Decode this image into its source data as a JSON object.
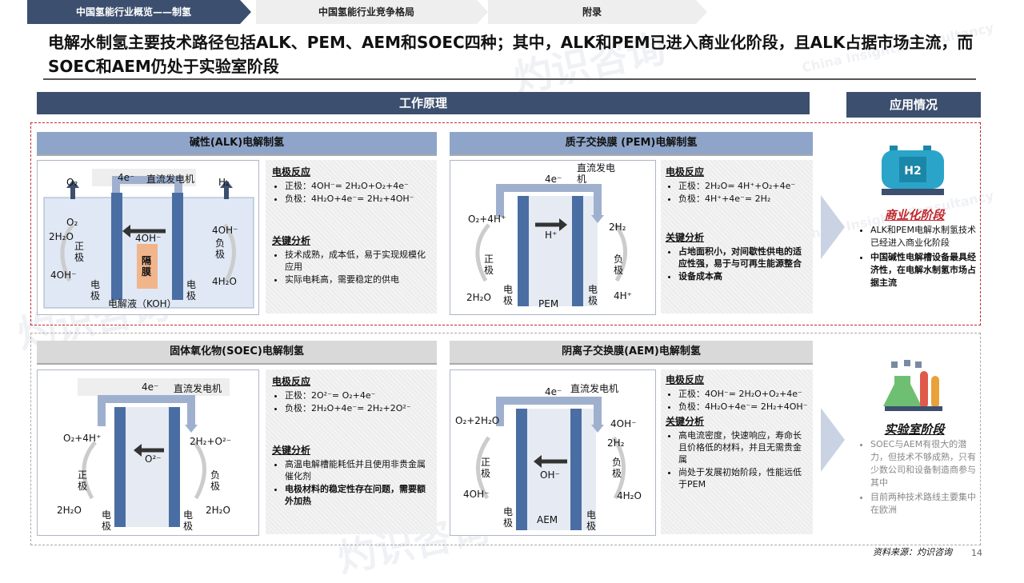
{
  "tabs": [
    "中国氢能行业概览——制氢",
    "中国氢能行业竞争格局",
    "附录"
  ],
  "title": "电解水制氢主要技术路径包括ALK、PEM、AEM和SOEC四种；其中，ALK和PEM已进入商业化阶段，且ALK占据市场主流，而SOEC和AEM仍处于实验室阶段",
  "headers": {
    "principle": "工作原理",
    "application": "应用情况"
  },
  "sections": {
    "alk": "碱性(ALK)电解制氢",
    "pem": "质子交换膜 (PEM)电解制氢",
    "soec": "固体氧化物(SOEC)电解制氢",
    "aem": "阴离子交换膜(AEM)电解制氢"
  },
  "notes_heads": {
    "reaction": "电极反应",
    "analysis": "关键分析"
  },
  "alk": {
    "reactions": [
      "正极：4OH⁻= 2H₂O+O₂+4e⁻",
      "负极：4H₂O+4e⁻= 2H₂+4OH⁻"
    ],
    "analysis": [
      "技术成熟，成本低，易于实现规模化应用",
      "实际电耗高，需要稳定的供电"
    ],
    "diagram": {
      "e": "4e⁻",
      "power": "直流发电机",
      "o2": "O₂",
      "h2": "H₂",
      "left_top": "O₂",
      "left_mid": "2H₂O",
      "left_bot": "4OH⁻",
      "center": "4OH⁻",
      "right_top": "4OH⁻",
      "right_bot": "4H₂O",
      "anode": "正极",
      "cathode": "负极",
      "electrode": "电极",
      "membrane": "隔膜",
      "electrolyte": "电解液（KOH）"
    }
  },
  "pem": {
    "reactions": [
      "正极：2H₂O= 4H⁺+O₂+4e⁻",
      "负极：4H⁺+4e⁻= 2H₂"
    ],
    "analysis": [
      "占地面积小，对间歇性供电的适应性强，易于与可再生能源整合",
      "设备成本高"
    ],
    "diagram": {
      "e": "4e⁻",
      "power": "直流发电机",
      "left_top": "O₂+4H⁺",
      "left_bot": "2H₂O",
      "center": "H⁺",
      "right_top": "2H₂",
      "right_bot": "4H⁺",
      "anode": "正极",
      "cathode": "负极",
      "electrode": "电极",
      "membrane": "PEM"
    }
  },
  "soec": {
    "reactions": [
      "正极：2O²⁻= O₂+4e⁻",
      "负极：2H₂O+4e⁻= 2H₂+2O²⁻"
    ],
    "analysis": [
      "高温电解槽能耗低并且使用非贵金属催化剂",
      "电极材料的稳定性存在问题，需要额外加热"
    ],
    "diagram": {
      "e": "4e⁻",
      "power": "直流发电机",
      "left_top": "O₂+4H⁺",
      "left_bot": "2H₂O",
      "center": "O²⁻",
      "right_top": "2H₂+O²⁻",
      "right_bot": "2H₂O",
      "anode": "正极",
      "cathode": "负极",
      "electrode": "电极"
    }
  },
  "aem": {
    "reactions": [
      "正极：4OH⁻= 2H₂O+O₂+4e⁻",
      "负极：4H₂O+4e⁻= 2H₂+4OH⁻"
    ],
    "analysis": [
      "高电流密度，快速响应，寿命长且价格低的材料，并且无需贵金属",
      "尚处于发展初始阶段，性能远低于PEM"
    ],
    "diagram": {
      "e": "4e⁻",
      "power": "直流发电机",
      "left_top": "O₂+2H₂O",
      "left_bot": "4OH⁻",
      "center": "OH⁻",
      "right_top": "4OH⁻",
      "right_mid": "2H₂",
      "right_bot": "4H₂O",
      "anode": "正极",
      "cathode": "负极",
      "electrode": "电极",
      "membrane": "AEM"
    }
  },
  "app": {
    "commercial_stage": "商业化阶段",
    "commercial_points": [
      "ALK和PEM电解水制氢技术已经进入商业化阶段",
      "中国碱性电解槽设备最具经济性，在电解水制氢市场占据主流"
    ],
    "lab_stage": "实验室阶段",
    "lab_points": [
      "SOEC与AEM有很大的潜力，但技术不够成熟，只有少数公司和设备制造商参与其中",
      "目前两种技术路线主要集中在欧洲"
    ],
    "tank_label": "H2"
  },
  "footer": {
    "source": "资料来源：灼识咨询",
    "page": "14"
  },
  "watermarks": [
    "灼识咨询",
    "China Insights Consultancy"
  ],
  "colors": {
    "navy": "#3c4f6e",
    "red_dash": "#c0272d",
    "gray_dash": "#a8a8a8",
    "stage_red": "#c0272d"
  }
}
